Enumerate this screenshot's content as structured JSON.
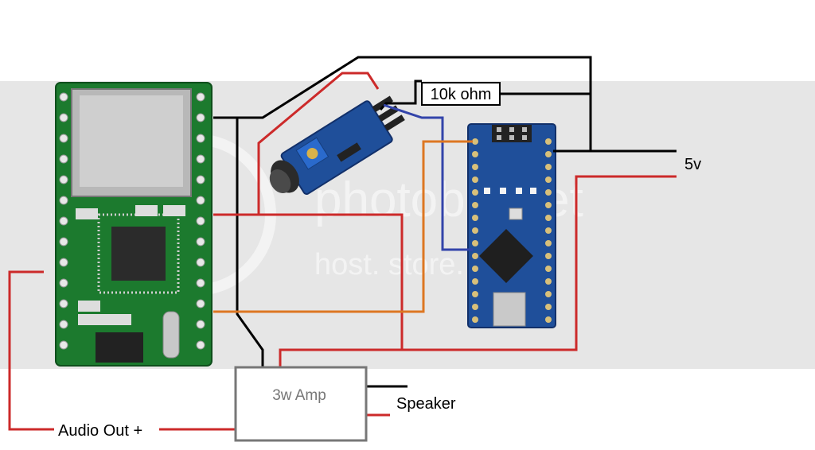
{
  "labels": {
    "resistor": "10k ohm",
    "power": "5v",
    "amp": "3w Amp",
    "speaker": "Speaker",
    "audio_out": "Audio Out +"
  },
  "colors": {
    "red_wire": "#cc2a2a",
    "black_wire": "#000000",
    "blue_wire": "#3344aa",
    "orange_wire": "#dd7722",
    "board_green": "#1c7a2e",
    "nano_blue": "#1f4f9a",
    "band_gray": "#e6e6e6"
  }
}
